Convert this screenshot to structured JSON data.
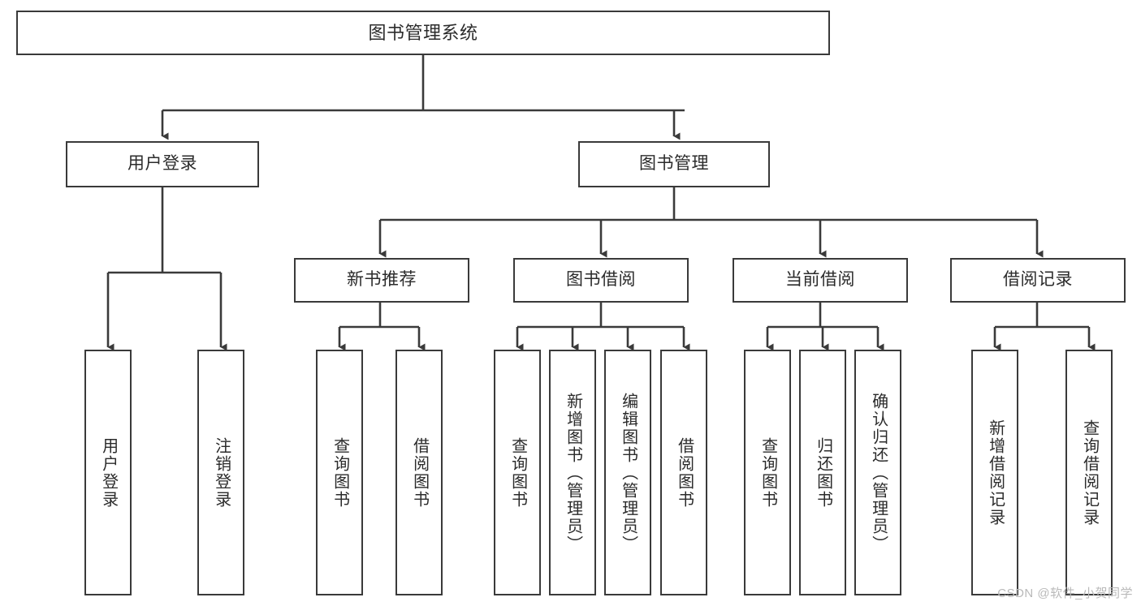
{
  "diagram": {
    "title": "图书管理系统",
    "watermark": "CSDN @软件_小贺同学",
    "colors": {
      "border": "#3a3a3a",
      "text": "#2b2b2b",
      "background": "#ffffff",
      "watermark": "#b9b9b9"
    },
    "nodes": {
      "root": {
        "label": "图书管理系统"
      },
      "level1": [
        {
          "label": "用户登录"
        },
        {
          "label": "图书管理"
        }
      ],
      "level2": [
        {
          "label": "新书推荐"
        },
        {
          "label": "图书借阅"
        },
        {
          "label": "当前借阅"
        },
        {
          "label": "借阅记录"
        }
      ],
      "leaves": {
        "user_login": [
          {
            "label": "用户登录"
          },
          {
            "label": "注销登录"
          }
        ],
        "new_book_recommend": [
          {
            "label": "查询图书"
          },
          {
            "label": "借阅图书"
          }
        ],
        "book_borrow": [
          {
            "label": "查询图书"
          },
          {
            "label": "新增图书（管理员）"
          },
          {
            "label": "编辑图书（管理员）"
          },
          {
            "label": "借阅图书"
          }
        ],
        "current_borrow": [
          {
            "label": "查询图书"
          },
          {
            "label": "归还图书"
          },
          {
            "label": "确认归还（管理员）"
          }
        ],
        "borrow_record": [
          {
            "label": "新增借阅记录"
          },
          {
            "label": "查询借阅记录"
          }
        ]
      }
    }
  }
}
